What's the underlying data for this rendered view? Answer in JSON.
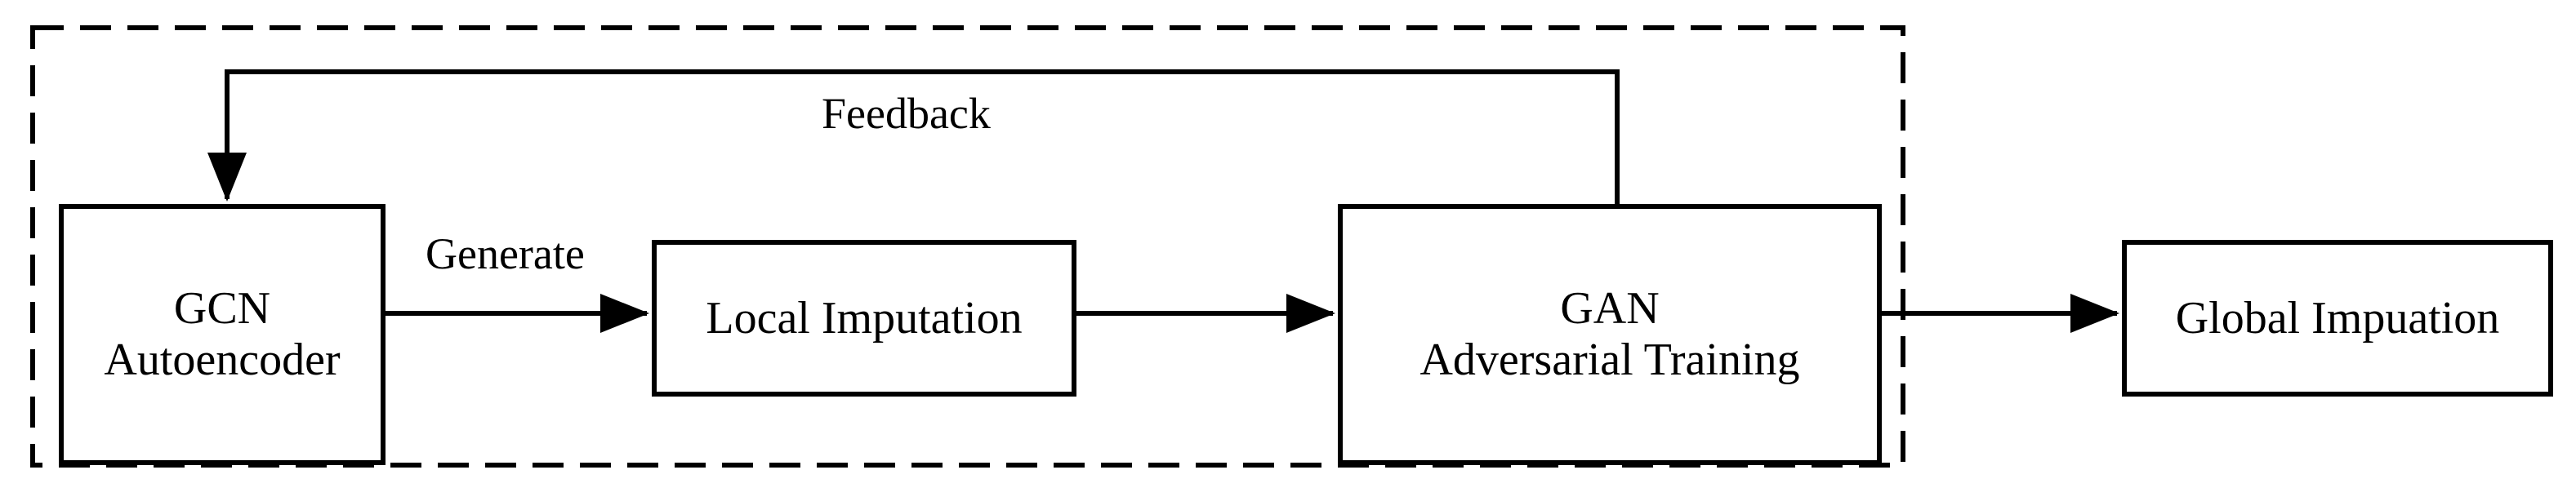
{
  "diagram": {
    "boxes": {
      "gcn": {
        "line1": "GCN",
        "line2": "Autoencoder"
      },
      "local": {
        "label": "Local Imputation"
      },
      "gan": {
        "line1": "GAN",
        "line2": "Adversarial Training"
      },
      "global": {
        "label": "Global Impuation"
      }
    },
    "edge_labels": {
      "feedback": "Feedback",
      "generate": "Generate"
    },
    "colors": {
      "stroke": "#000000",
      "background": "#ffffff"
    }
  }
}
